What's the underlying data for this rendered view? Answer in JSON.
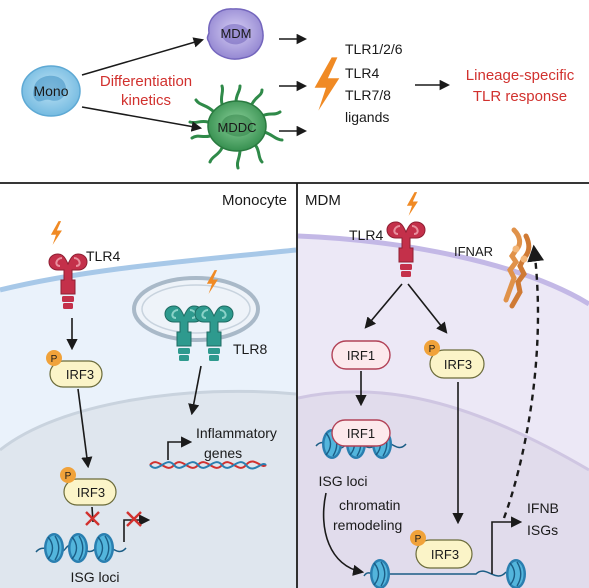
{
  "top": {
    "mono_label": "Mono",
    "mdm_label": "MDM",
    "mddc_label": "MDDC",
    "differentiation_line1": "Differentiation",
    "differentiation_line2": "kinetics",
    "ligands_line1": "TLR1/2/6",
    "ligands_line2": "TLR4",
    "ligands_line3": "TLR7/8",
    "ligands_line4": "ligands",
    "response_line1": "Lineage-specific",
    "response_line2": "TLR response"
  },
  "monocyte": {
    "panel_title": "Monocyte",
    "tlr4_label": "TLR4",
    "tlr8_label": "TLR8",
    "irf3_label": "IRF3",
    "irf3_nuclear_label": "IRF3",
    "phospho_label": "P",
    "inflammatory_line1": "Inflammatory",
    "inflammatory_line2": "genes",
    "isg_loci_label": "ISG loci"
  },
  "mdm": {
    "panel_title": "MDM",
    "tlr4_label": "TLR4",
    "ifnar_label": "IFNAR",
    "irf1_label": "IRF1",
    "irf3_label": "IRF3",
    "irf1_nuclear_label": "IRF1",
    "irf3_nuclear_label": "IRF3",
    "phospho_label": "P",
    "isg_loci_label": "ISG loci",
    "chromatin_line1": "chromatin",
    "chromatin_line2": "remodeling",
    "ifnb_label": "IFNB",
    "isgs_label": "ISGs"
  },
  "colors": {
    "red_text": "#d1312e",
    "tlr_red": "#c4304a",
    "tlr_teal": "#2e9a8e",
    "irf_yellow": "#fbf4c8",
    "phospho_orange": "#f0a23a",
    "mdm_purple": "#9b8fd6",
    "mddc_green": "#3f9a58",
    "mono_blue": "#86c6e8"
  }
}
